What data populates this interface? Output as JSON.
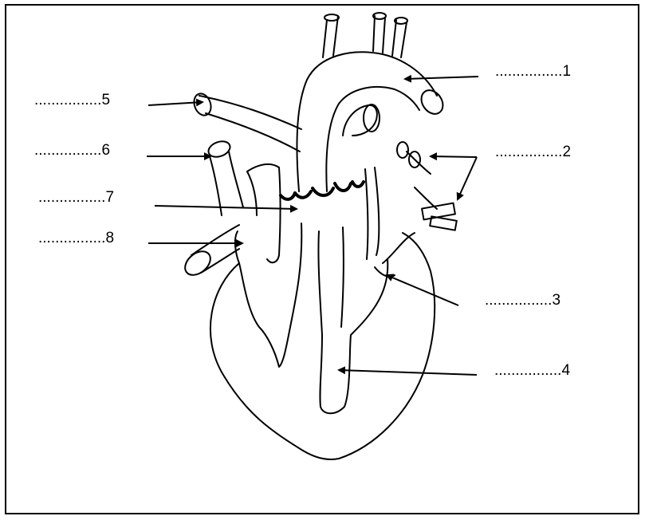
{
  "diagram": {
    "labels": [
      {
        "number": "1",
        "blank": "................"
      },
      {
        "number": "2",
        "blank": "................"
      },
      {
        "number": "3",
        "blank": "................"
      },
      {
        "number": "4",
        "blank": "................"
      },
      {
        "number": "5",
        "blank": "................"
      },
      {
        "number": "6",
        "blank": "................"
      },
      {
        "number": "7",
        "blank": "................"
      },
      {
        "number": "8",
        "blank": "................"
      }
    ],
    "colors": {
      "stroke": "#000000",
      "background": "#ffffff"
    }
  }
}
